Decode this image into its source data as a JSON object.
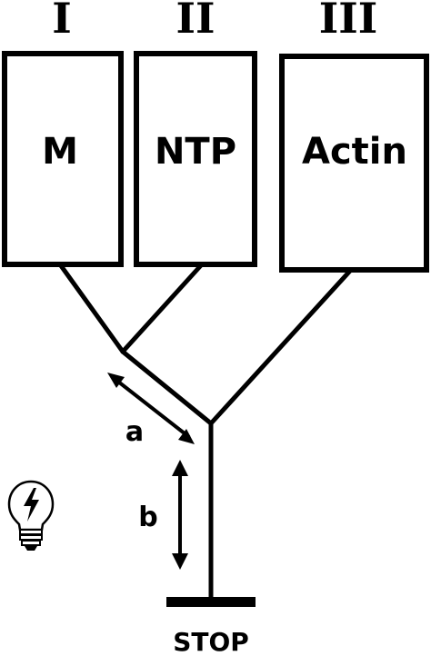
{
  "columns": [
    {
      "numeral": "I",
      "label": "M"
    },
    {
      "numeral": "II",
      "label": "NTP"
    },
    {
      "numeral": "III",
      "label": "Actin"
    }
  ],
  "segments": {
    "a": "a",
    "b": "b"
  },
  "terminator": {
    "label": "STOP"
  },
  "icon": "lightbulb-icon"
}
